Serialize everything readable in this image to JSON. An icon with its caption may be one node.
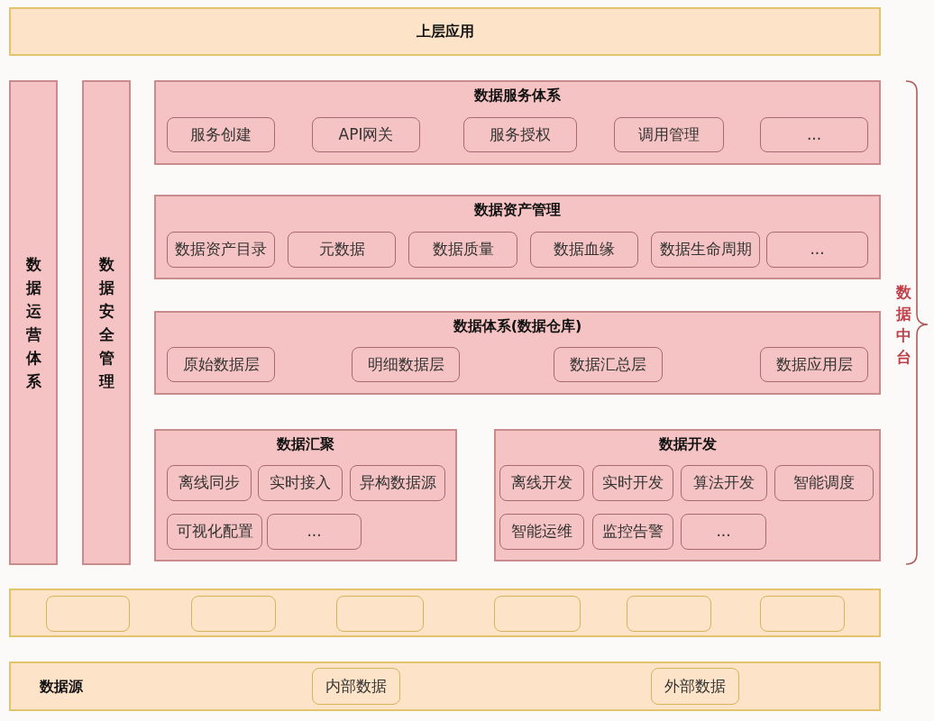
{
  "diagram": {
    "nodes": [
      {
        "text": [
          "上层应用"
        ]
      },
      {
        "text": [
          "数据运营体系"
        ]
      },
      {
        "text": [
          "数据安全管理"
        ]
      },
      {
        "text": [
          "数据服务体系"
        ]
      },
      {
        "text": [
          "服务创建"
        ],
        "in": 3
      },
      {
        "text": [
          "API网关"
        ],
        "in": 3
      },
      {
        "text": [
          "服务授权"
        ],
        "in": 3
      },
      {
        "text": [
          "调用管理"
        ],
        "in": 3
      },
      {
        "text": [
          "..."
        ],
        "in": 3
      },
      {
        "text": [
          "数据资产管理"
        ]
      },
      {
        "text": [
          "数据资产目录"
        ],
        "in": 9
      },
      {
        "text": [
          "元数据"
        ],
        "in": 9
      },
      {
        "text": [
          "数据质量"
        ],
        "in": 9
      },
      {
        "text": [
          "数据血缘"
        ],
        "in": 9
      },
      {
        "text": [
          "数据生命周期"
        ],
        "in": 9
      },
      {
        "text": [
          "..."
        ],
        "in": 9
      },
      {
        "text": [
          "数据体系(数据仓库)"
        ]
      },
      {
        "text": [
          "原始数据层"
        ],
        "in": 16
      },
      {
        "text": [
          "明细数据层"
        ],
        "in": 16
      },
      {
        "text": [
          "数据汇总层"
        ],
        "in": 16
      },
      {
        "text": [
          "数据应用层"
        ],
        "in": 16
      },
      {
        "text": [
          "数据汇聚"
        ]
      },
      {
        "text": [
          "离线同步"
        ],
        "in": 21
      },
      {
        "text": [
          "实时接入"
        ],
        "in": 21
      },
      {
        "text": [
          "异构数据源"
        ],
        "in": 21
      },
      {
        "text": [
          "可视化配置"
        ],
        "in": 21
      },
      {
        "text": [
          "..."
        ],
        "in": 21
      },
      {
        "text": [
          "数据开发"
        ]
      },
      {
        "text": [
          "离线开发"
        ],
        "in": 27
      },
      {
        "text": [
          "实时开发"
        ],
        "in": 27
      },
      {
        "text": [
          "算法开发"
        ],
        "in": 27
      },
      {
        "text": [
          "智能调度"
        ],
        "in": 27
      },
      {
        "text": [
          "智能运维"
        ],
        "in": 27
      },
      {
        "text": [
          "监控告警"
        ],
        "in": 27
      },
      {
        "text": [
          "..."
        ],
        "in": 27
      },
      {
        "text": [],
        "shape": "box"
      },
      {
        "text": [],
        "shape": "box",
        "in": 35
      },
      {
        "text": [],
        "shape": "box",
        "in": 35
      },
      {
        "text": [],
        "shape": "box",
        "in": 35
      },
      {
        "text": [],
        "shape": "box",
        "in": 35
      },
      {
        "text": [],
        "shape": "box",
        "in": 35
      },
      {
        "text": [],
        "shape": "box",
        "in": 35
      },
      {
        "text": [
          "数据源"
        ]
      },
      {
        "text": [
          "内部数据"
        ],
        "in": 42
      },
      {
        "text": [
          "外部数据"
        ],
        "in": 42
      }
    ],
    "edges": [],
    "labels": [
      "数据中台"
    ]
  }
}
